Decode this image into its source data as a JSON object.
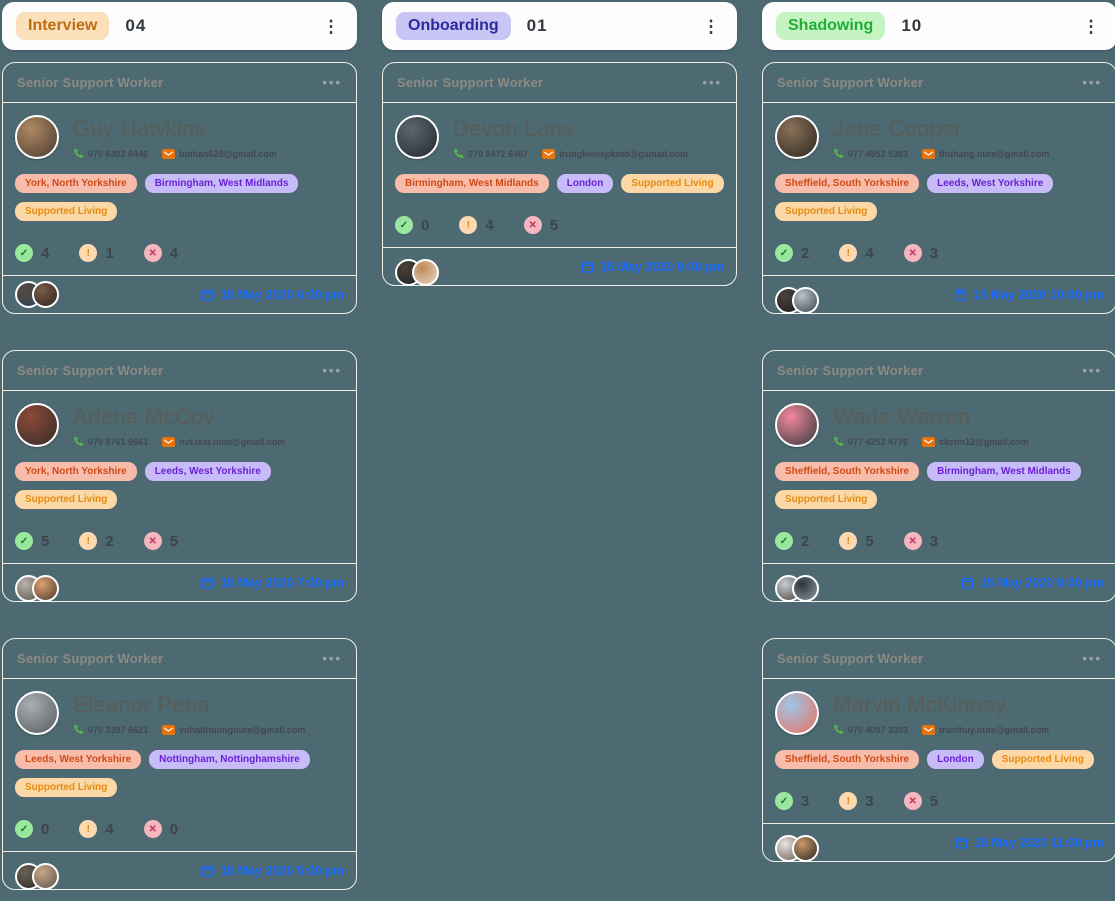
{
  "palette": {
    "page_bg": "#4d6a73",
    "card_border": "#f2efe7",
    "date_color": "#1668ff",
    "phone_icon_color": "#57b14b",
    "email_icon_color": "#e8750c",
    "tag_types": {
      "salmon": {
        "bg": "#f8bcab",
        "fg": "#ce4b15"
      },
      "purple": {
        "bg": "#c7bcf7",
        "fg": "#6b21d6"
      },
      "peach": {
        "bg": "#fbd8a6",
        "fg": "#e88b10"
      }
    },
    "count_icons": {
      "ok": {
        "bg": "#9ae79f",
        "fg": "#23702b",
        "glyph": "✓"
      },
      "warn": {
        "bg": "#fcd9b0",
        "fg": "#e2820d",
        "glyph": "!"
      },
      "fail": {
        "bg": "#f5b6c0",
        "fg": "#c23552",
        "glyph": "✕"
      }
    }
  },
  "board": {
    "columns": [
      {
        "name": "Interview",
        "count": "04",
        "badge_bg": "#fbe0bc",
        "badge_color": "#bd6d11",
        "menu_icon": "⋮",
        "cards": [
          {
            "title": "Senior Support Worker",
            "menu_icon": "•••",
            "name": "Guy Hawkins",
            "phone": "070 6302 8446",
            "email": "binhan628@gmail.com",
            "avatar": [
              "#b08a62",
              "#4a3a30"
            ],
            "tags": [
              {
                "label": "York, North Yorkshire",
                "type": "salmon"
              },
              {
                "label": "Birmingham, West Midlands",
                "type": "purple"
              },
              {
                "label": "Supported Living",
                "type": "peach"
              }
            ],
            "counts": [
              "4",
              "1",
              "4"
            ],
            "datetime": "15 May 2020 6:00 pm",
            "participants": [
              [
                "#5a4a3e",
                "#26435c"
              ],
              [
                "#7a5c49",
                "#2e2620"
              ]
            ],
            "avatars_overflow": false
          },
          {
            "title": "Senior Support Worker",
            "menu_icon": "•••",
            "name": "Arlene McCoy",
            "phone": "079 5761 9661",
            "email": "nvt.isst.nute@gmail.com",
            "avatar": [
              "#8c4a38",
              "#332c28"
            ],
            "tags": [
              {
                "label": "York, North Yorkshire",
                "type": "salmon"
              },
              {
                "label": "Leeds, West Yorkshire",
                "type": "purple"
              },
              {
                "label": "Supported Living",
                "type": "peach"
              }
            ],
            "counts": [
              "5",
              "2",
              "5"
            ],
            "datetime": "15 May 2020 7:00 pm",
            "participants": [
              [
                "#b8b2aa",
                "#5c564e"
              ],
              [
                "#e0a070",
                "#4a3a30"
              ]
            ],
            "avatars_overflow": true
          },
          {
            "title": "Senior Support Worker",
            "menu_icon": "•••",
            "name": "Eleanor Pena",
            "phone": "070 3397 6621",
            "email": "vuhaithuongnute@gmail.com",
            "avatar": [
              "#a8aeb2",
              "#565c60"
            ],
            "tags": [
              {
                "label": "Leeds, West Yorkshire",
                "type": "salmon"
              },
              {
                "label": "Nottingham, Nottinghamshire",
                "type": "purple"
              },
              {
                "label": "Supported Living",
                "type": "peach"
              }
            ],
            "counts": [
              "0",
              "4",
              "0"
            ],
            "datetime": "15 May 2020 5:00 pm",
            "participants": [
              [
                "#6a6258",
                "#2c2824"
              ],
              [
                "#c8a888",
                "#5c564e"
              ]
            ],
            "avatars_overflow": true
          }
        ]
      },
      {
        "name": "Onboarding",
        "count": "01",
        "badge_bg": "#c9c5f4",
        "badge_color": "#2b2a9c",
        "menu_icon": "⋮",
        "cards": [
          {
            "title": "Senior Support Worker",
            "menu_icon": "•••",
            "name": "Devon Lane",
            "phone": "070 5472 6487",
            "email": "trungkienspktnd@gamail.com",
            "avatar": [
              "#5c6670",
              "#22282e"
            ],
            "tags": [
              {
                "label": "Birmingham, West Midlands",
                "type": "salmon"
              },
              {
                "label": "London",
                "type": "purple"
              },
              {
                "label": "Supported Living",
                "type": "peach"
              }
            ],
            "counts": [
              "0",
              "4",
              "5"
            ],
            "datetime": "15 May 2020 9:00 pm",
            "participants": [
              [
                "#4a4038",
                "#1e2428"
              ],
              [
                "#c08858",
                "#e8d8c8"
              ]
            ],
            "avatars_overflow": true
          }
        ]
      },
      {
        "name": "Shadowing",
        "count": "10",
        "badge_bg": "#c6f3c2",
        "badge_color": "#1fae36",
        "menu_icon": "⋮",
        "cards": [
          {
            "title": "Senior Support Worker",
            "menu_icon": "•••",
            "name": "Jane Cooper",
            "phone": "077 4952 5383",
            "email": "thuhang.nute@gmail.com",
            "avatar": [
              "#8a7258",
              "#2c2620"
            ],
            "tags": [
              {
                "label": "Sheffield, South Yorkshire",
                "type": "salmon"
              },
              {
                "label": "Leeds, West Yorkshire",
                "type": "purple"
              },
              {
                "label": "Supported Living",
                "type": "peach"
              }
            ],
            "counts": [
              "2",
              "4",
              "3"
            ],
            "datetime": "15 May 2020 10:00 pm",
            "participants": [
              [
                "#4a4440",
                "#201c18"
              ],
              [
                "#b8c4cc",
                "#3a444c"
              ]
            ],
            "avatars_overflow": true
          },
          {
            "title": "Senior Support Worker",
            "menu_icon": "•••",
            "name": "Wade Warren",
            "phone": "077 4252 4776",
            "email": "ckctm12@gmail.com",
            "avatar": [
              "#f2889c",
              "#33373d"
            ],
            "tags": [
              {
                "label": "Sheffield, South Yorkshire",
                "type": "salmon"
              },
              {
                "label": "Birmingham, West Midlands",
                "type": "purple"
              },
              {
                "label": "Supported Living",
                "type": "peach"
              }
            ],
            "counts": [
              "2",
              "5",
              "3"
            ],
            "datetime": "15 May 2020 8:00 pm",
            "participants": [
              [
                "#c8ccd0",
                "#4a4440"
              ],
              [
                "#2e3438",
                "#8898a4"
              ]
            ],
            "avatars_overflow": true
          },
          {
            "title": "Senior Support Worker",
            "menu_icon": "•••",
            "name": "Marvin McKinney",
            "phone": "070 4097 3393",
            "email": "tranthuy.nute@gmail.com",
            "avatar": [
              "#9fc6e8",
              "#e9705e"
            ],
            "tags": [
              {
                "label": "Sheffield, South Yorkshire",
                "type": "salmon"
              },
              {
                "label": "London",
                "type": "purple"
              },
              {
                "label": "Supported Living",
                "type": "peach"
              }
            ],
            "counts": [
              "3",
              "3",
              "5"
            ],
            "datetime": "15 May 2020 11:00 pm",
            "participants": [
              [
                "#e8e4e0",
                "#6a5c4e"
              ],
              [
                "#c89868",
                "#2c2824"
              ]
            ],
            "avatars_overflow": true
          }
        ]
      }
    ]
  }
}
